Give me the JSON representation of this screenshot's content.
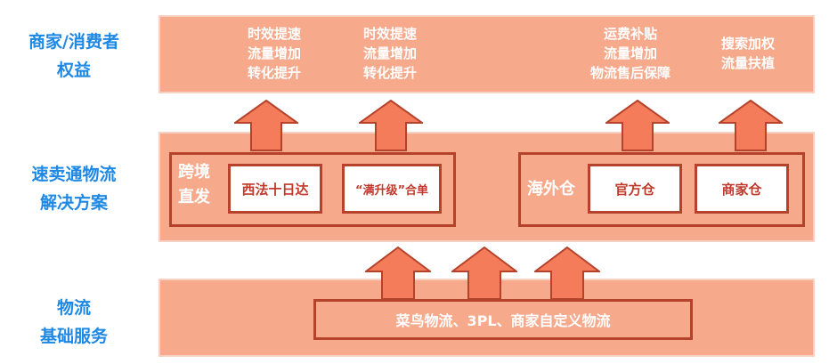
{
  "labels": {
    "top": [
      "商家/消费者",
      "权益"
    ],
    "middle": [
      "速卖通物流",
      "解决方案"
    ],
    "bottom": [
      "物流",
      "基础服务"
    ]
  },
  "benefits": [
    [
      "时效提速",
      "流量增加",
      "转化提升"
    ],
    [
      "时效提速",
      "流量增加",
      "转化提升"
    ],
    [
      "运费补贴",
      "流量增加",
      "物流售后保障"
    ],
    [
      "搜索加权",
      "流量扶植"
    ]
  ],
  "cross_border": {
    "label": [
      "跨境",
      "直发"
    ],
    "items": [
      "西法十日达",
      "“满升级”合单"
    ]
  },
  "overseas": {
    "label": "海外仓",
    "items": [
      "官方仓",
      "商家仓"
    ]
  },
  "base": "菜鸟物流、3PL、商家自定义物流",
  "colors": {
    "band": "#f7a98c",
    "arrow": "#f47c5a",
    "dark_border": "#b5422a",
    "label_blue": "#1e88e5"
  }
}
